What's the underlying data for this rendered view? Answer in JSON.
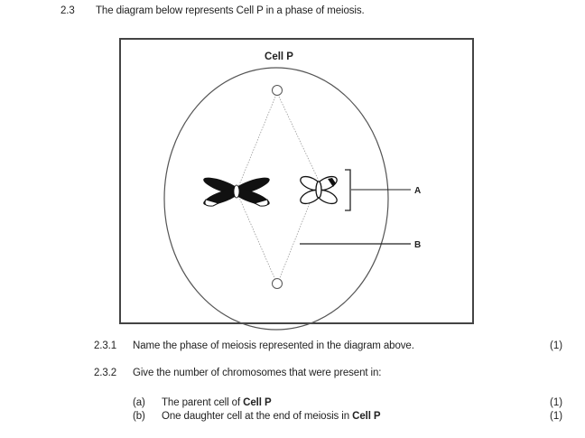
{
  "question": {
    "number": "2.3",
    "intro": "The diagram below represents Cell P in a phase of meiosis."
  },
  "diagram": {
    "title": "Cell P",
    "label_a": "A",
    "label_b": "B",
    "colors": {
      "outline": "#444444",
      "spindle": "#9a9a9a",
      "chromosome_fill": "#111111"
    }
  },
  "subquestions": [
    {
      "number": "2.3.1",
      "text": "Name the phase of meiosis represented in the diagram above.",
      "marks": "(1)"
    },
    {
      "number": "2.3.2",
      "text": "Give the number of chromosomes that were present in:",
      "parts": [
        {
          "label": "(a)",
          "text": "The parent cell of ",
          "bold": "Cell P",
          "marks": "(1)"
        },
        {
          "label": "(b)",
          "text": "One daughter cell at the end of meiosis in ",
          "bold": "Cell P",
          "marks": "(1)"
        }
      ]
    }
  ]
}
